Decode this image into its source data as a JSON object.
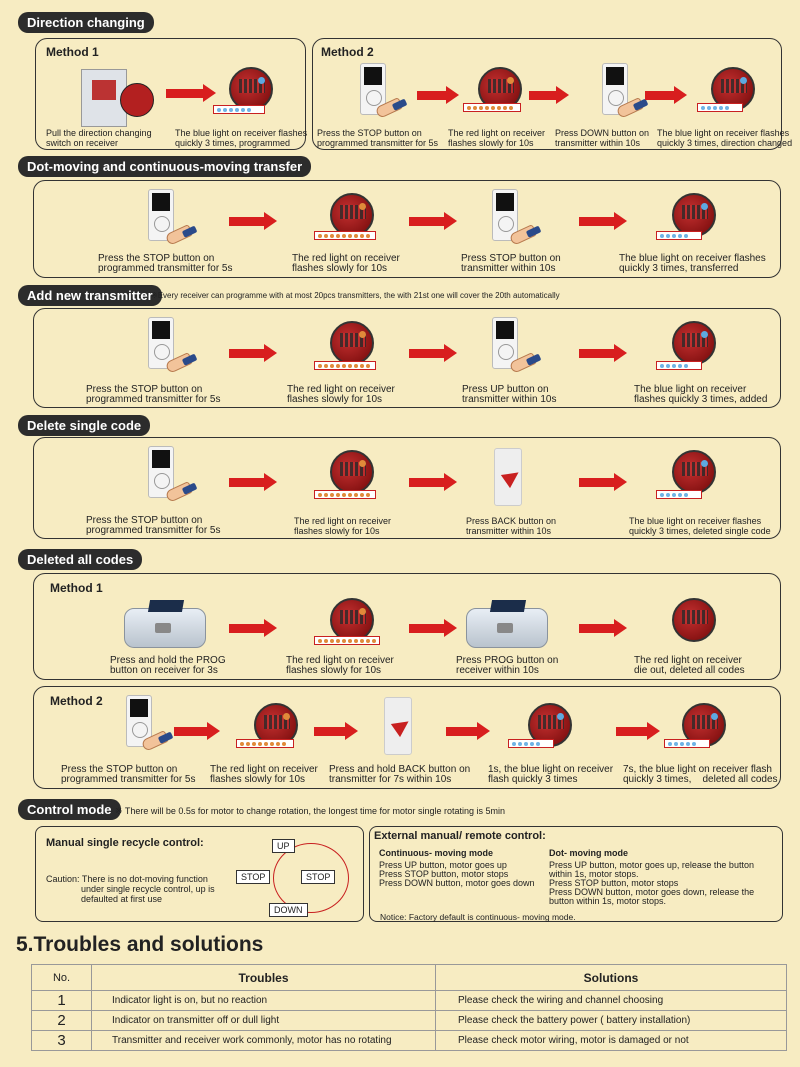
{
  "sections": {
    "direction": "Direction changing",
    "dot_moving": "Dot-moving and continuous-moving transfer",
    "add_new": "Add new transmitter",
    "delete_single": "Delete single code",
    "deleted_all": "Deleted all codes",
    "control_mode": "Control mode"
  },
  "direction": {
    "m1_title": "Method 1",
    "m2_title": "Method 2",
    "m1_cap1": "Pull the direction changing\nswitch on receiver",
    "m1_cap2": "The blue light on receiver flashes\nquickly 3 times, programmed",
    "m2_cap1": "Press the STOP button on\nprogrammed transmitter for 5s",
    "m2_cap2": "The red light on receiver\nflashes slowly for 10s",
    "m2_cap3": "Press DOWN button on\ntransmitter within 10s",
    "m2_cap4": "The blue light on receiver flashes\nquickly 3 times, direction changed"
  },
  "dot_moving": {
    "cap1": "Press the STOP button on\nprogrammed transmitter for 5s",
    "cap2": "The red light on receiver\nflashes slowly for 10s",
    "cap3": "Press STOP button on\ntransmitter within 10s",
    "cap4": "The blue light on receiver flashes\nquickly 3 times, transferred"
  },
  "add_new": {
    "note": "※Every receiver can programme with at most 20pcs transmitters, the with 21st one will cover the 20th automatically",
    "cap1": "Press the STOP button on\nprogrammed transmitter for 5s",
    "cap2": "The red light on receiver\nflashes slowly for 10s",
    "cap3": "Press UP button on\ntransmitter within 10s",
    "cap4": "The blue light on receiver\nflashes quickly 3 times, added"
  },
  "delete_single": {
    "cap1": "Press the STOP button on\nprogrammed transmitter for 5s",
    "cap2": "The red light on receiver\nflashes slowly for 10s",
    "cap3": "Press BACK button on\ntransmitter within 10s",
    "cap4": "The blue light on receiver flashes\nquickly 3 times, deleted single code"
  },
  "deleted_all": {
    "m1_title": "Method 1",
    "m2_title": "Method 2",
    "m1_cap1": "Press and hold the PROG\nbutton on receiver for 3s",
    "m1_cap2": "The red light on receiver\nflashes slowly for 10s",
    "m1_cap3": "Press PROG button on\nreceiver within 10s",
    "m1_cap4": "The red light on receiver\ndie out, deleted all codes",
    "m2_cap1": "Press the STOP button on\nprogrammed transmitter for 5s",
    "m2_cap2": "The red light on receiver\nflashes slowly for 10s",
    "m2_cap3": "Press and hold BACK button on\ntransmitter for 7s within 10s",
    "m2_cap4": "1s, the blue light on receiver\nflash quickly 3 times",
    "m2_cap5": "7s, the blue light on receiver flash\nquickly 3 times,    deleted all codes"
  },
  "control_mode": {
    "note": "※ There will be 0.5s for motor to change rotation, the longest time for motor single rotating is 5min",
    "manual_title": "Manual single recycle control:",
    "manual_caution": "Caution: There is no dot-moving function\n              under single recycle control, up is\n              defaulted at first use",
    "cycle_up": "UP",
    "cycle_stop_left": "STOP",
    "cycle_stop_right": "STOP",
    "cycle_down": "DOWN",
    "external_title": "External manual/ remote control:",
    "cont_title": "Continuous- moving mode",
    "cont_text": "Press UP button, motor goes up\nPress STOP button, motor stops\nPress DOWN button, motor goes down",
    "dot_title": "Dot- moving mode",
    "dot_text": "Press UP button, motor goes up, release the button\nwithin 1s, motor stops.\nPress STOP button, motor stops\nPress DOWN button, motor goes down, release the\nbutton within 1s, motor stops.",
    "notice": "Notice: Factory default is continuous- moving mode."
  },
  "troubles": {
    "heading": "5.Troubles and solutions",
    "col_no": "No.",
    "col_troubles": "Troubles",
    "col_solutions": "Solutions",
    "rows": [
      {
        "no": "1",
        "trouble": "Indicator light is on, but no reaction",
        "solution": "Please check the wiring and channel choosing"
      },
      {
        "no": "2",
        "trouble": "Indicator on transmitter off or dull light",
        "solution": "Please check the battery power ( battery installation)"
      },
      {
        "no": "3",
        "trouble": "Transmitter and receiver work commonly, motor has no rotating",
        "solution": "Please check motor wiring, motor is damaged or not"
      }
    ]
  },
  "colors": {
    "arrow": "#d81e1e",
    "label_bg": "#2c2c2c",
    "background": "#f7ecc2",
    "blue_led": "#6fb3e5"
  }
}
